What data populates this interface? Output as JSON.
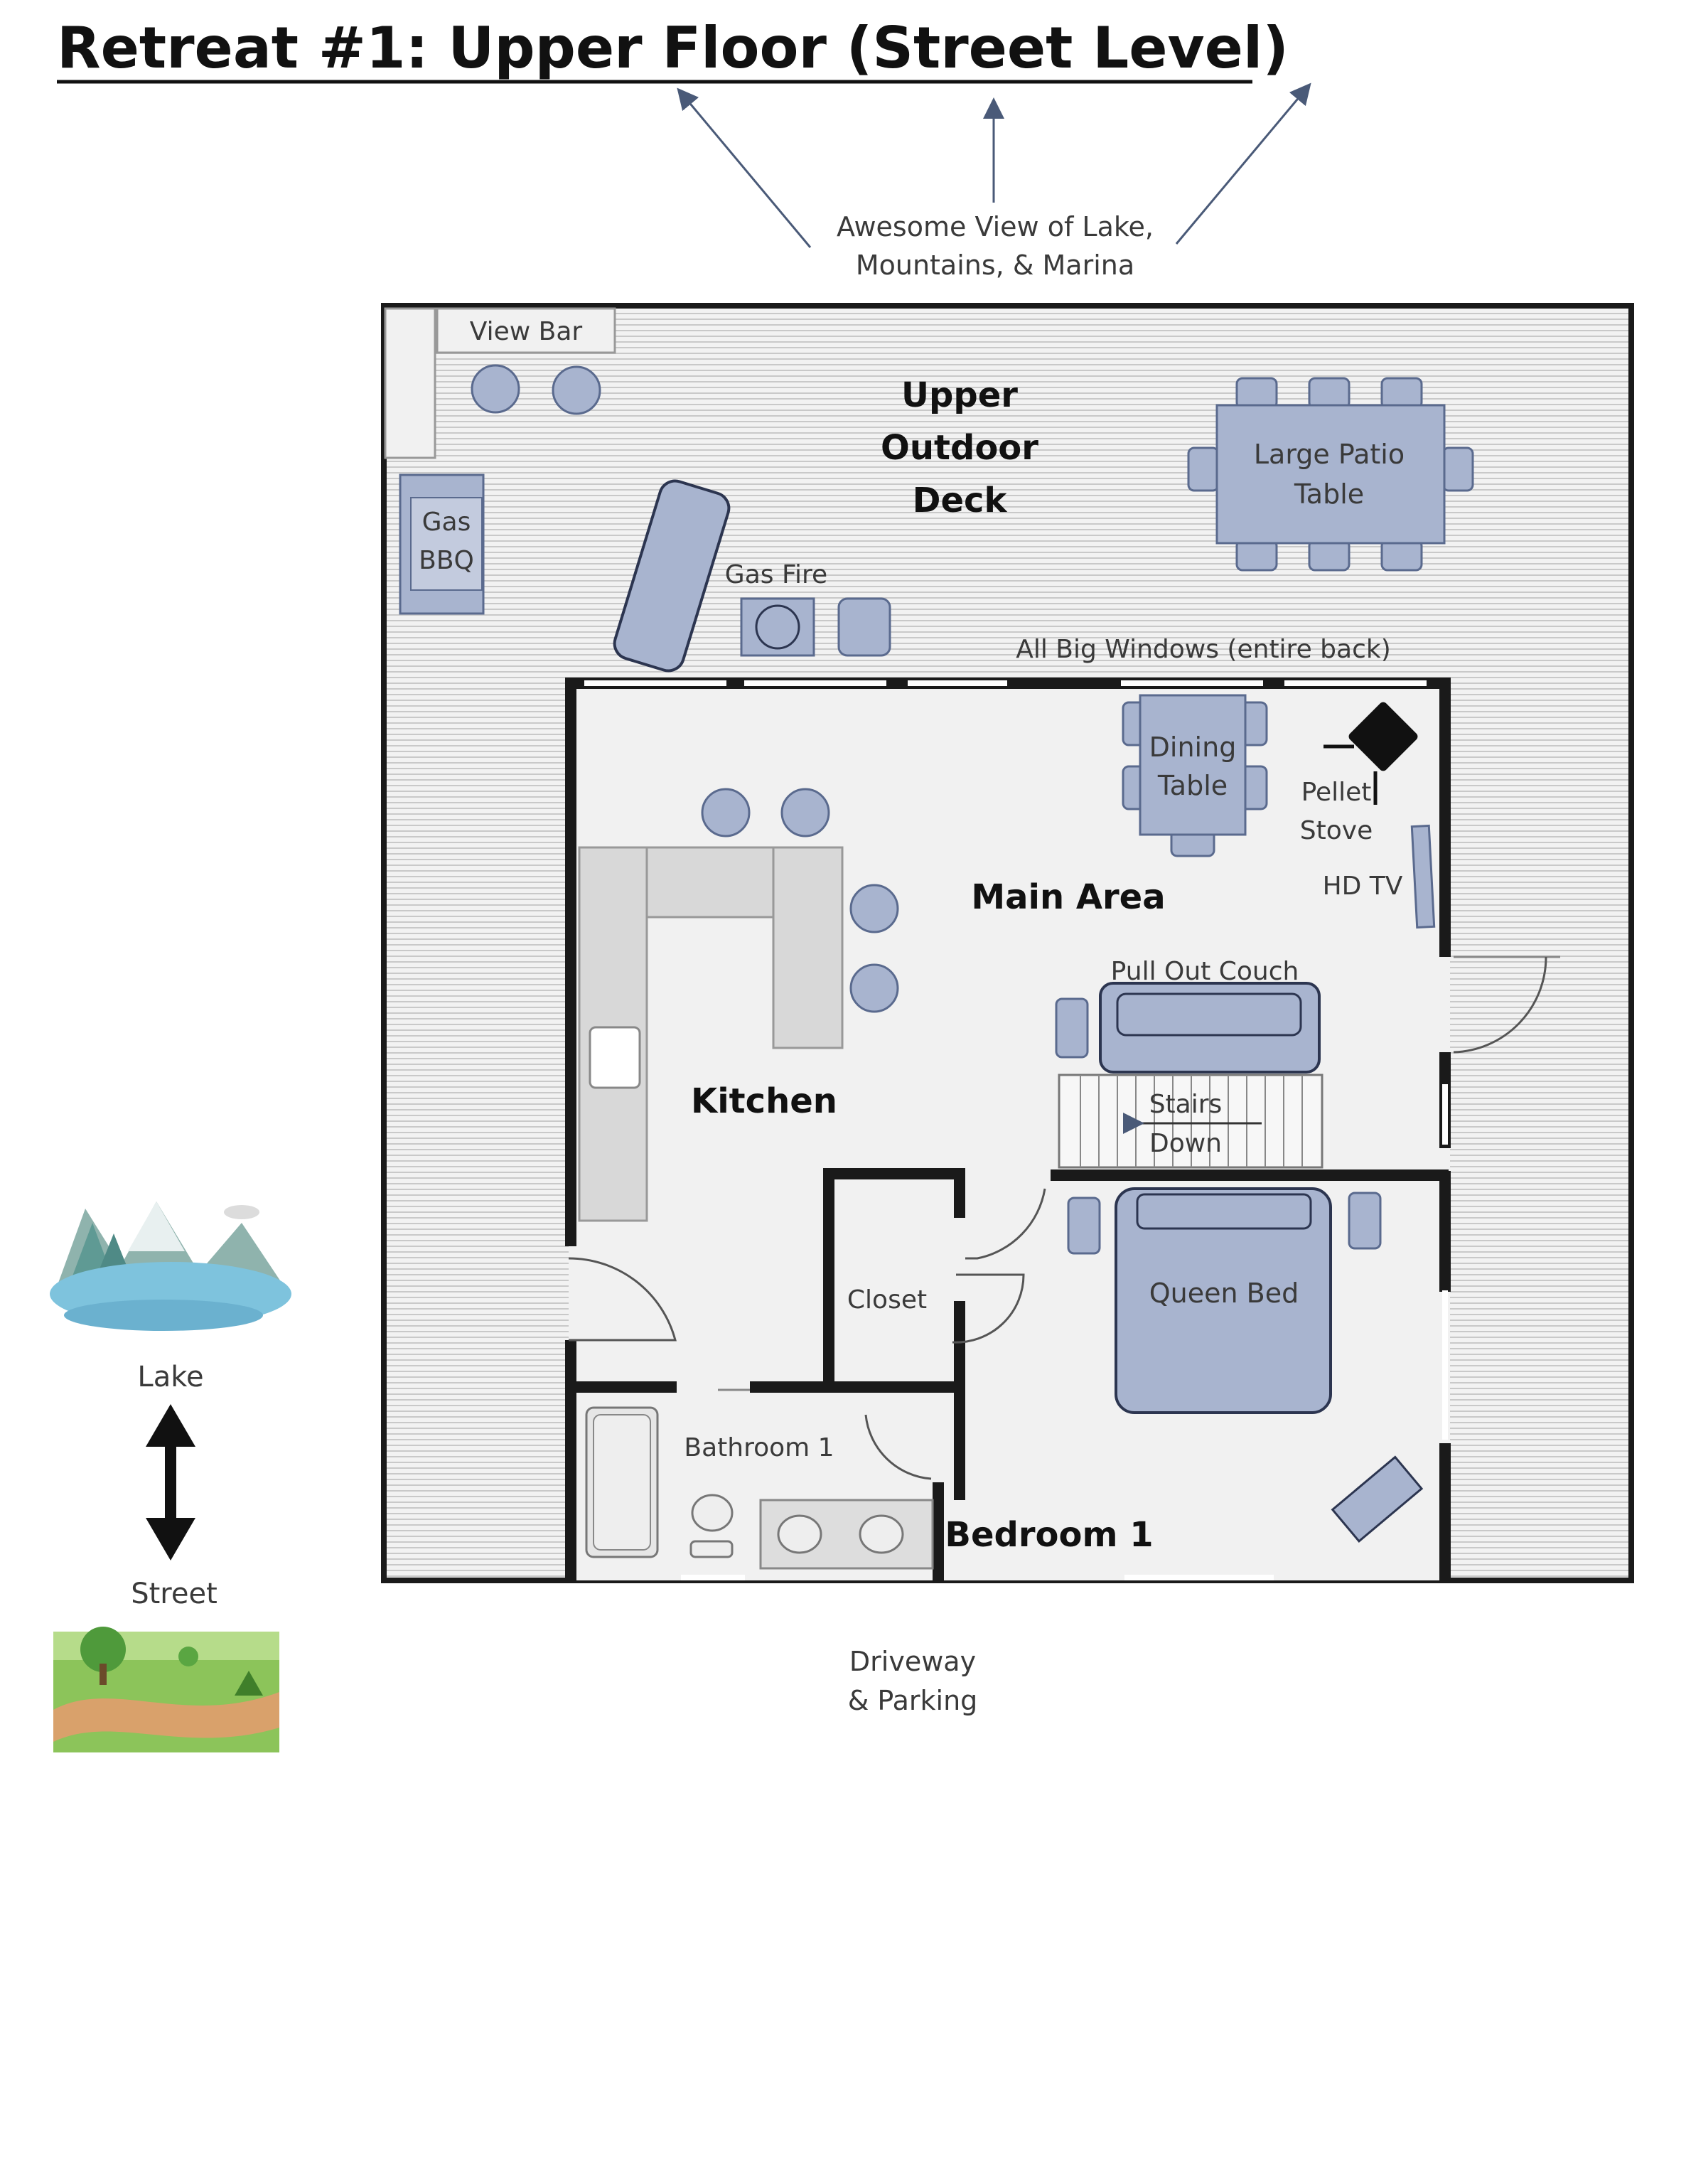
{
  "title": "Retreat #1: Upper Floor (Street Level)",
  "view_note": {
    "line1": "Awesome View of Lake,",
    "line2": "Mountains, & Marina"
  },
  "labels": {
    "view_bar": "View Bar",
    "gas_bbq_1": "Gas",
    "gas_bbq_2": "BBQ",
    "deck_1": "Upper",
    "deck_2": "Outdoor",
    "deck_3": "Deck",
    "patio_1": "Large Patio",
    "patio_2": "Table",
    "gas_fire": "Gas Fire",
    "windows": "All Big Windows (entire back)",
    "dining_1": "Dining",
    "dining_2": "Table",
    "pellet_1": "Pellet",
    "pellet_2": "Stove",
    "hd_tv": "HD TV",
    "main_area": "Main Area",
    "pull_out_couch": "Pull Out Couch",
    "kitchen": "Kitchen",
    "stairs_1": "Stairs",
    "stairs_2": "Down",
    "closet": "Closet",
    "queen_bed": "Queen Bed",
    "bathroom": "Bathroom 1",
    "bedroom": "Bedroom 1",
    "driveway_1": "Driveway",
    "driveway_2": "& Parking"
  },
  "legend": {
    "lake": "Lake",
    "street": "Street"
  },
  "colors": {
    "furniture": "#a8b4cf",
    "furniture_stroke": "#5a6a8e",
    "deck": "#e9e9e9",
    "wall": "#1a1a1a",
    "counter": "#d8d8d8"
  }
}
